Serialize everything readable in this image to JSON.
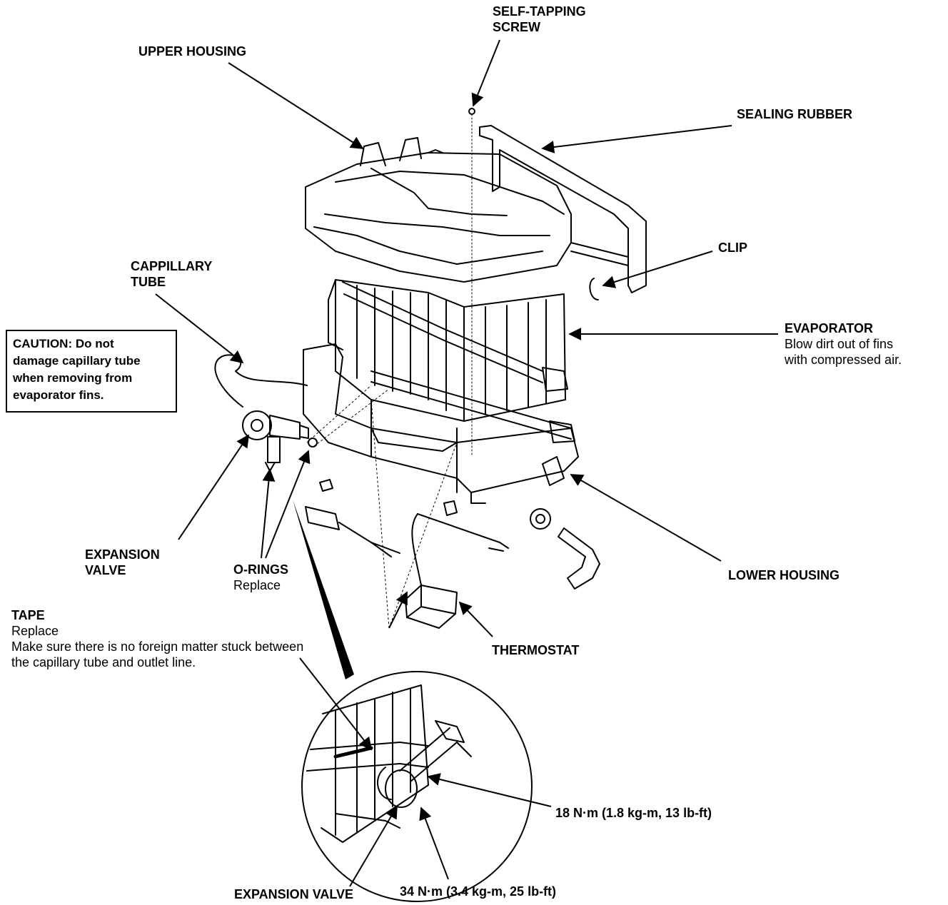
{
  "labels": {
    "self_tapping_screw": [
      "SELF-TAPPING",
      "SCREW"
    ],
    "upper_housing": "UPPER HOUSING",
    "sealing_rubber": "SEALING RUBBER",
    "clip": "CLIP",
    "capillary_tube": [
      "CAPPILLARY",
      "TUBE"
    ],
    "evaporator": "EVAPORATOR",
    "evaporator_note": [
      "Blow dirt out of fins",
      "with compressed air."
    ],
    "expansion_valve": [
      "EXPANSION",
      "VALVE"
    ],
    "o_rings": "O-RINGS",
    "o_rings_note": "Replace",
    "lower_housing": "LOWER HOUSING",
    "thermostat": "THERMOSTAT",
    "tape": "TAPE",
    "tape_note": [
      "Replace",
      "Make sure there is no foreign matter stuck between",
      "the capillary tube and outlet line."
    ],
    "torque_18": "18 N·m (1.8 kg-m, 13 lb-ft)",
    "torque_34": "34 N·m (3.4 kg-m, 25 lb-ft)",
    "expansion_valve_detail": "EXPANSION VALVE"
  },
  "caution": [
    "CAUTION: Do not",
    "damage capillary tube",
    "when removing from",
    "evaporator fins."
  ]
}
